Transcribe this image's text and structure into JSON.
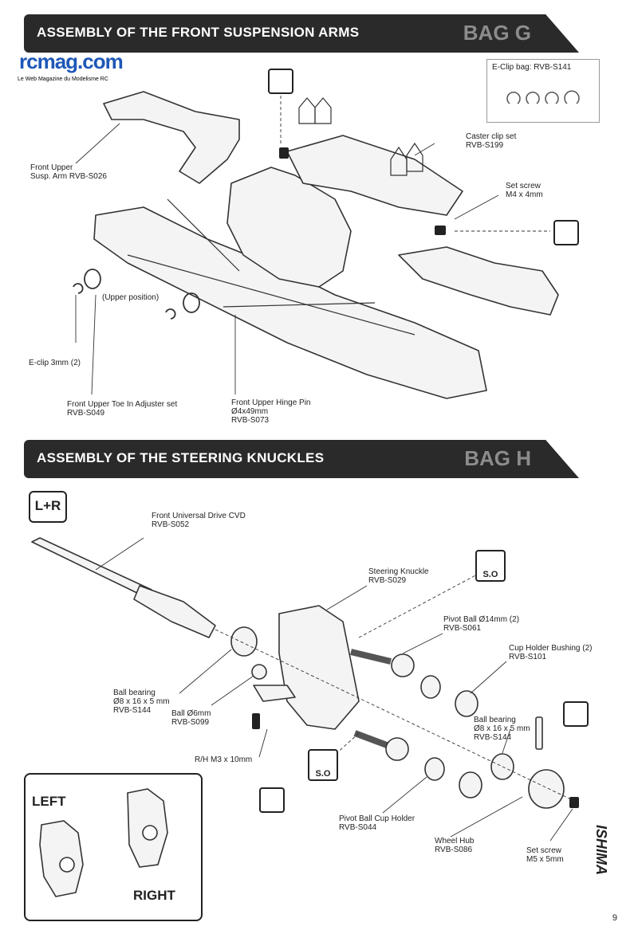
{
  "section1": {
    "title": "ASSEMBLY OF THE FRONT SUSPENSION ARMS",
    "bag": "BAG G",
    "eclip_box_label": "E-Clip bag: RVB-S141",
    "labels": {
      "upper_arm": [
        "Front Upper",
        "Susp. Arm RVB-S026"
      ],
      "caster": [
        "Caster clip set",
        "RVB-S199"
      ],
      "setscrew": [
        "Set screw",
        "M4 x 4mm"
      ],
      "upper_position": "(Upper position)",
      "eclip": "E-clip 3mm (2)",
      "toe": [
        "Front Upper Toe In Adjuster set",
        "RVB-S049"
      ],
      "hinge": [
        "Front Upper Hinge Pin",
        "Ø4x49mm",
        "RVB-S073"
      ]
    }
  },
  "section2": {
    "title": "ASSEMBLY OF THE STEERING KNUCKLES",
    "bag": "BAG H",
    "lr": "L+R",
    "labels": {
      "cvd": [
        "Front Universal Drive CVD",
        "RVB-S052"
      ],
      "knuckle": [
        "Steering Knuckle",
        "RVB-S029"
      ],
      "pivot_ball": [
        "Pivot Ball Ø14mm (2)",
        "RVB-S061"
      ],
      "cup_bushing": [
        "Cup Holder Bushing (2)",
        "RVB-S101"
      ],
      "bearing_left": [
        "Ball bearing",
        "Ø8 x 16 x 5 mm",
        "RVB-S144"
      ],
      "ball6": [
        "Ball Ø6mm",
        "RVB-S099"
      ],
      "screw_rh": "R/H M3 x 10mm",
      "bearing_right": [
        "Ball bearing",
        "Ø8 x 16 x 5 mm",
        "RVB-S144"
      ],
      "cup_holder": [
        "Pivot Ball Cup Holder",
        "RVB-S044"
      ],
      "hub": [
        "Wheel Hub",
        "RVB-S086"
      ],
      "setscrew": [
        "Set screw",
        "M5 x 5mm"
      ]
    },
    "left": "LEFT",
    "right": "RIGHT",
    "so": "S.O"
  },
  "logo": {
    "brand": "rcmag.com",
    "tagline": "Le Web Magazine du Modelisme RC"
  },
  "side_logo": "ISHIMA",
  "page_number": "9"
}
